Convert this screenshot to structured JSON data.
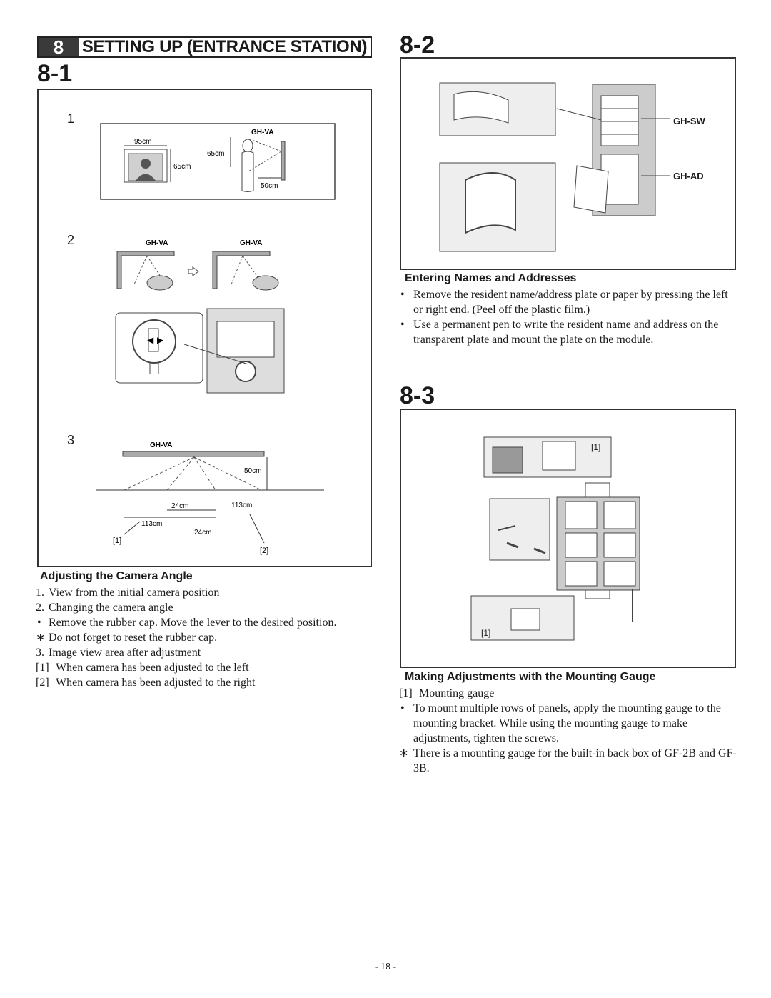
{
  "header": {
    "chapter_number": "8",
    "chapter_title": "SETTING UP (ENTRANCE STATION)"
  },
  "sec81": {
    "title": "8-1",
    "step1": "1",
    "step2": "2",
    "step3": "3",
    "fig1": {
      "model": "GH-VA",
      "w95": "95cm",
      "h65a": "65cm",
      "h65b": "65cm",
      "d50": "50cm"
    },
    "fig2": {
      "model_left": "GH-VA",
      "model_right": "GH-VA"
    },
    "fig3": {
      "model": "GH-VA",
      "d50": "50cm",
      "c113a": "113cm",
      "c24a": "24cm",
      "c113b": "113cm",
      "c24b": "24cm",
      "ref1": "[1]",
      "ref2": "[2]"
    },
    "heading": "Adjusting the Camera Angle",
    "items": [
      {
        "marker": "1.",
        "text": "View from the initial camera position"
      },
      {
        "marker": "2.",
        "text": "Changing the camera angle"
      },
      {
        "marker": "•",
        "text": "Remove the rubber cap. Move the lever to the desired position."
      },
      {
        "marker": "∗",
        "text": "Do not forget to reset the rubber cap."
      },
      {
        "marker": "3.",
        "text": "Image view area after adjustment"
      },
      {
        "marker": "[1]",
        "text": "When camera has been adjusted to the left"
      },
      {
        "marker": "[2]",
        "text": "When camera has been adjusted to the right"
      }
    ]
  },
  "sec82": {
    "title": "8-2",
    "label_sw": "GH-SW",
    "label_ad": "GH-AD",
    "heading": "Entering Names and Addresses",
    "bullets": [
      {
        "marker": "•",
        "text": "Remove the resident name/address plate or paper by pressing the left or right end. (Peel off the plastic film.)"
      },
      {
        "marker": "•",
        "text": "Use a permanent pen to write the resident name and address on the transparent plate and mount the plate on the module."
      }
    ]
  },
  "sec83": {
    "title": "8-3",
    "ref_top": "[1]",
    "ref_bottom": "[1]",
    "heading": "Making Adjustments with the Mounting Gauge",
    "items": [
      {
        "marker": "[1]",
        "text": "Mounting gauge"
      },
      {
        "marker": "•",
        "text": "To mount multiple rows of panels, apply the mounting gauge to the mounting bracket. While using the mounting gauge to make adjustments, tighten the screws."
      },
      {
        "marker": "∗",
        "text": "There is a mounting gauge for the built-in back box of GF-2B and GF-3B."
      }
    ]
  },
  "footer": {
    "page_number": "- 18 -"
  },
  "colors": {
    "frame": "#333333",
    "chapter_badge": "#3a3a3a",
    "figure_gray": "#999999"
  }
}
